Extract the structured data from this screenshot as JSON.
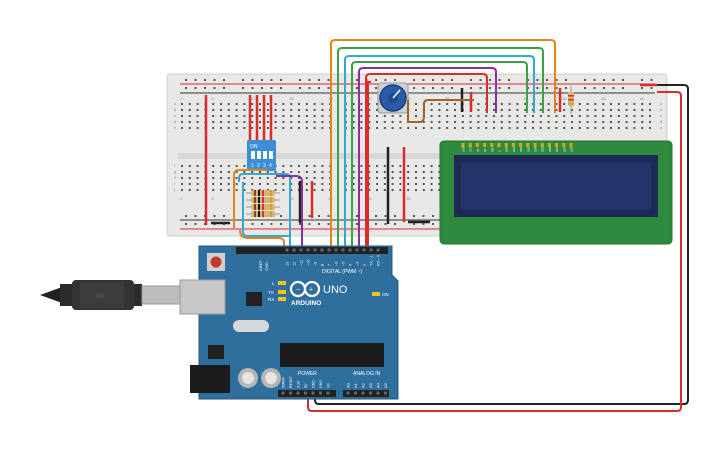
{
  "arduino": {
    "brand_text": "ARDUINO",
    "model_text": "UNO",
    "digital_header_label": "DIGITAL (PWM ~)",
    "power_label": "POWER",
    "analog_label": "ANALOG IN",
    "on_label": "ON",
    "tx_label": "TX",
    "rx_label": "RX",
    "l_label": "L",
    "aref_label": "AREF",
    "gnd_label": "GND",
    "digital_pins": [
      "13",
      "12",
      "~11",
      "~10",
      "~9",
      "8",
      "7",
      "~6",
      "~5",
      "4",
      "~3",
      "2",
      "TX→1",
      "RX←0"
    ],
    "power_pins": [
      "IOREF",
      "RESET",
      "3.3V",
      "5V",
      "GND",
      "GND",
      "Vin"
    ],
    "analog_pins": [
      "A0",
      "A1",
      "A2",
      "A3",
      "A4",
      "A5"
    ]
  },
  "dip_switch": {
    "on_label": "ON",
    "numbers": [
      "1",
      "2",
      "3",
      "4"
    ]
  },
  "breadboard": {
    "column_numbers": [
      "1",
      "5",
      "10",
      "15",
      "20",
      "25",
      "30",
      "35",
      "40",
      "45",
      "50",
      "55",
      "60"
    ],
    "row_letters_top": [
      "a",
      "b",
      "c",
      "d",
      "e"
    ],
    "row_letters_bottom": [
      "f",
      "g",
      "h",
      "i",
      "j"
    ]
  },
  "lcd": {
    "pin_labels": [
      "GND",
      "VCC",
      "V0",
      "RS",
      "RW",
      "E",
      "DB0",
      "DB1",
      "DB2",
      "DB3",
      "DB4",
      "DB5",
      "DB6",
      "DB7",
      "LED",
      "LED"
    ]
  },
  "colors": {
    "arduino_board": "#2e6f9e",
    "breadboard": "#e8e8e6",
    "lcd_board": "#2e8a3c",
    "lcd_screen": "#1e2a55",
    "wire_orange": "#e0851e",
    "wire_green": "#3aa14a",
    "wire_cyan": "#34a8cf",
    "wire_purple": "#8a2fa0",
    "wire_red": "#d92b2b",
    "wire_black": "#222222",
    "wire_brown": "#a0642a",
    "pot_knob": "#2b5aa8"
  }
}
